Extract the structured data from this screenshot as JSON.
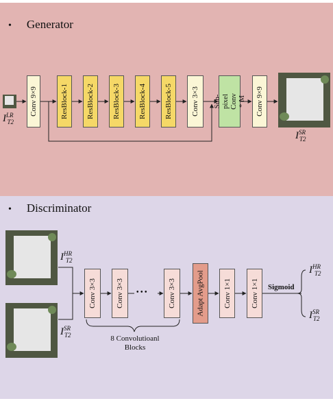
{
  "generator": {
    "bullet": "•",
    "title": "Generator",
    "blocks": [
      "Conv 9×9",
      "ResBlock-1",
      "ResBlock-2",
      "ResBlock-3",
      "ResBlock-4",
      "ResBlock-5",
      "Conv 3×3",
      "Sub-pixel Conv * M",
      "Conv 9×9"
    ],
    "input_label": {
      "base": "I",
      "sup": "LR",
      "sub": "T2"
    },
    "output_label": {
      "base": "I",
      "sup": "SR",
      "sub": "T2"
    }
  },
  "discriminator": {
    "bullet": "•",
    "title": "Discriminator",
    "blocks": [
      "Conv 3×3",
      "Conv 3×3",
      "Conv 3×3",
      "Adapt AvgPool",
      "Conv 1×1",
      "Conv 1×1"
    ],
    "ellipsis": "• • •",
    "brace_label": "8 Convolutioanl Blocks",
    "sigmoid": "Sigmoid",
    "input_hr": {
      "base": "I",
      "sup": "HR",
      "sub": "T2"
    },
    "input_sr": {
      "base": "I",
      "sup": "SR",
      "sub": "T2"
    },
    "output_hr": {
      "base": "I",
      "sup": "HR",
      "sub": "T2"
    },
    "output_sr": {
      "base": "I",
      "sup": "SR",
      "sub": "T2"
    }
  }
}
